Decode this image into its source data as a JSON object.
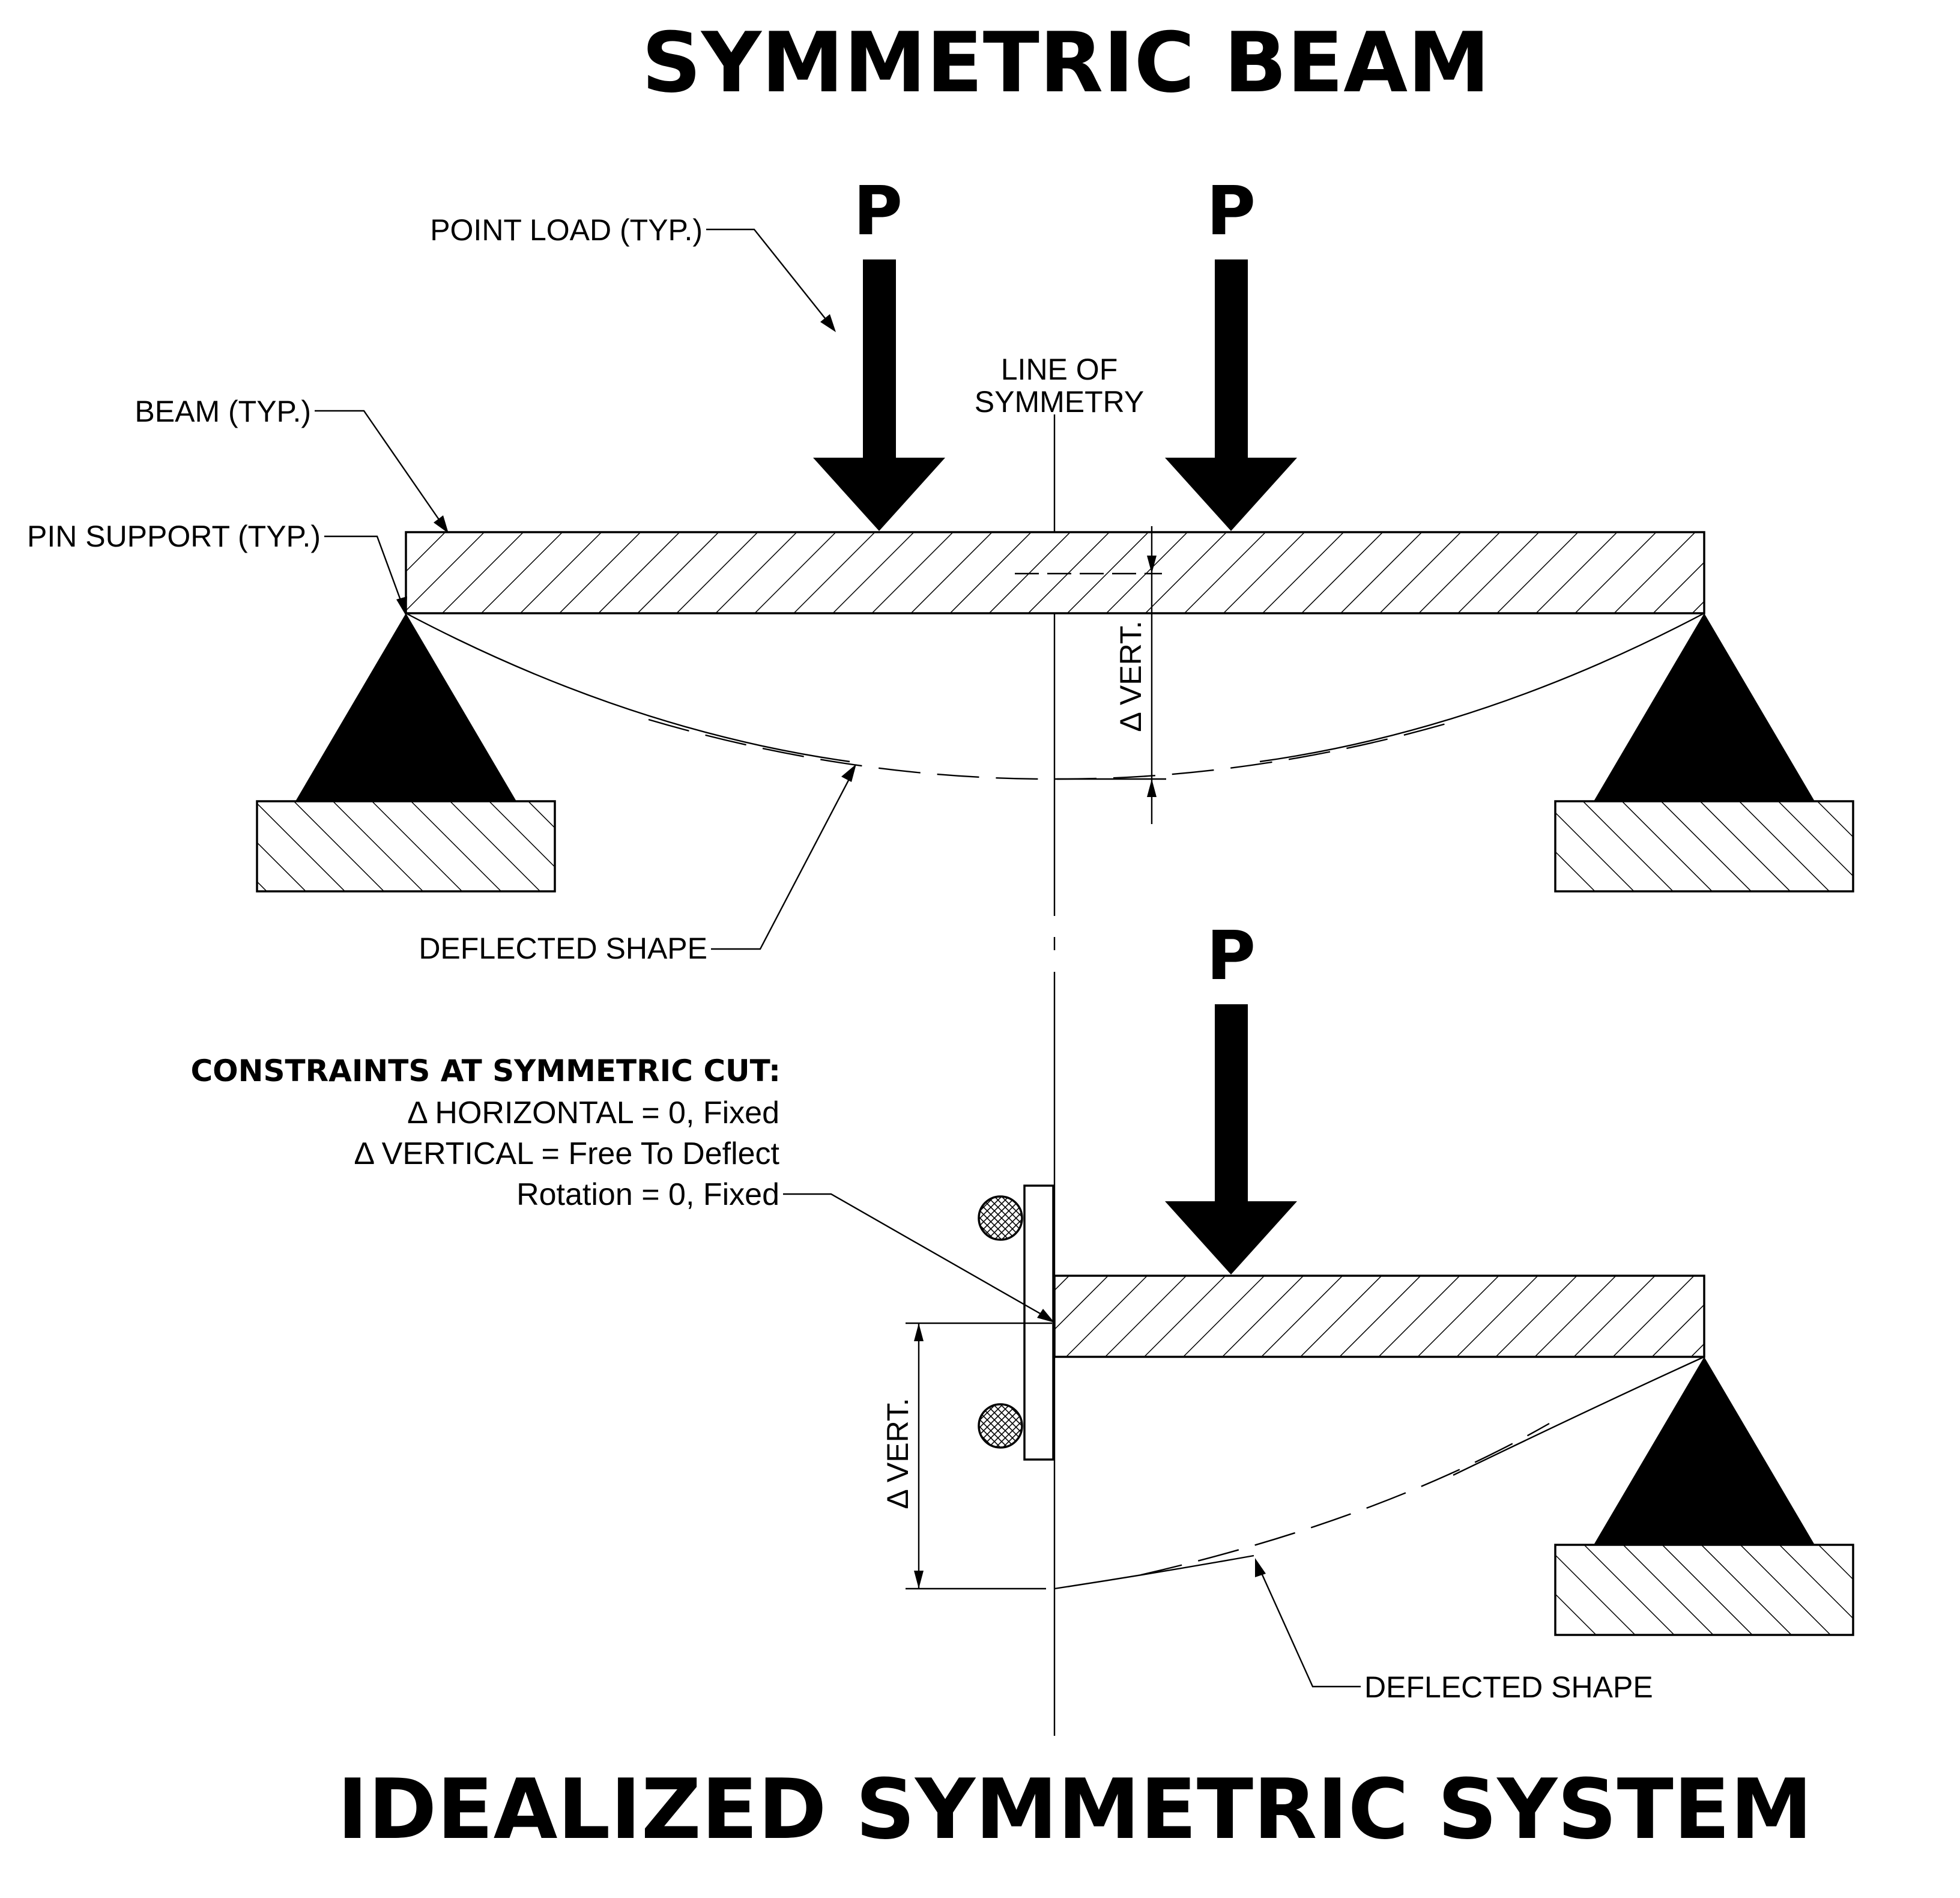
{
  "titles": {
    "top": "SYMMETRIC BEAM",
    "bottom": "IDEALIZED SYMMETRIC SYSTEM"
  },
  "loads": {
    "symbol": "P"
  },
  "labels": {
    "point_load": "POINT LOAD (TYP.)",
    "beam": "BEAM (TYP.)",
    "pin_support": "PIN SUPPORT (TYP.)",
    "line_of_symmetry_1": "LINE OF",
    "line_of_symmetry_2": "SYMMETRY",
    "deflected_shape_top": "DEFLECTED SHAPE",
    "deflected_shape_bottom": "DEFLECTED SHAPE",
    "delta_vert_top": "Δ VERT.",
    "delta_vert_bottom": "Δ VERT."
  },
  "constraints": {
    "heading": "CONSTRAINTS AT SYMMETRIC CUT:",
    "line1": "Δ HORIZONTAL = 0, Fixed",
    "line2": "Δ VERTICAL = Free To Deflect",
    "line3": "Rotation = 0, Fixed"
  },
  "colors": {
    "ink": "#000000",
    "background": "#ffffff"
  }
}
